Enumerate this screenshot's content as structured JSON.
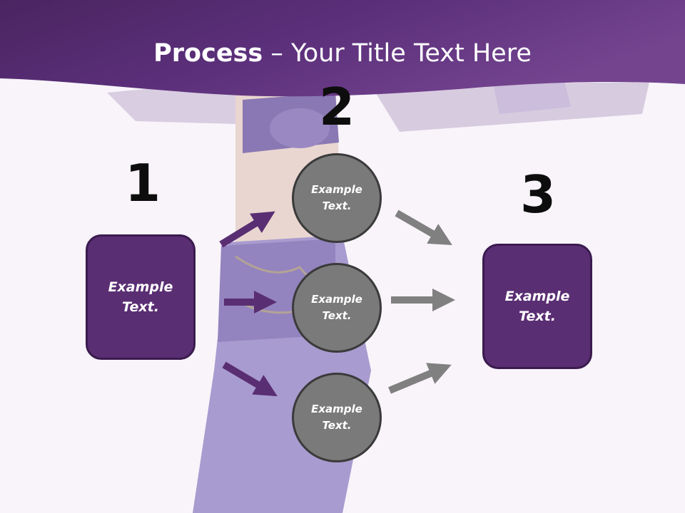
{
  "title": {
    "bold": "Process",
    "rest": " – Your Title Text Here"
  },
  "steps": {
    "one": "1",
    "two": "2",
    "three": "3"
  },
  "boxes": {
    "left": {
      "line1": "Example",
      "line2": "Text."
    },
    "right": {
      "line1": "Example",
      "line2": "Text."
    }
  },
  "circles": [
    {
      "line1": "Example",
      "line2": "Text."
    },
    {
      "line1": "Example",
      "line2": "Text."
    },
    {
      "line1": "Example",
      "line2": "Text."
    }
  ],
  "colors": {
    "header": "#5b2f7a",
    "box_fill": "#5a2e73",
    "circle_fill": "#7a7a7a",
    "purple_arrow": "#5a2e73",
    "gray_arrow": "#808080"
  }
}
